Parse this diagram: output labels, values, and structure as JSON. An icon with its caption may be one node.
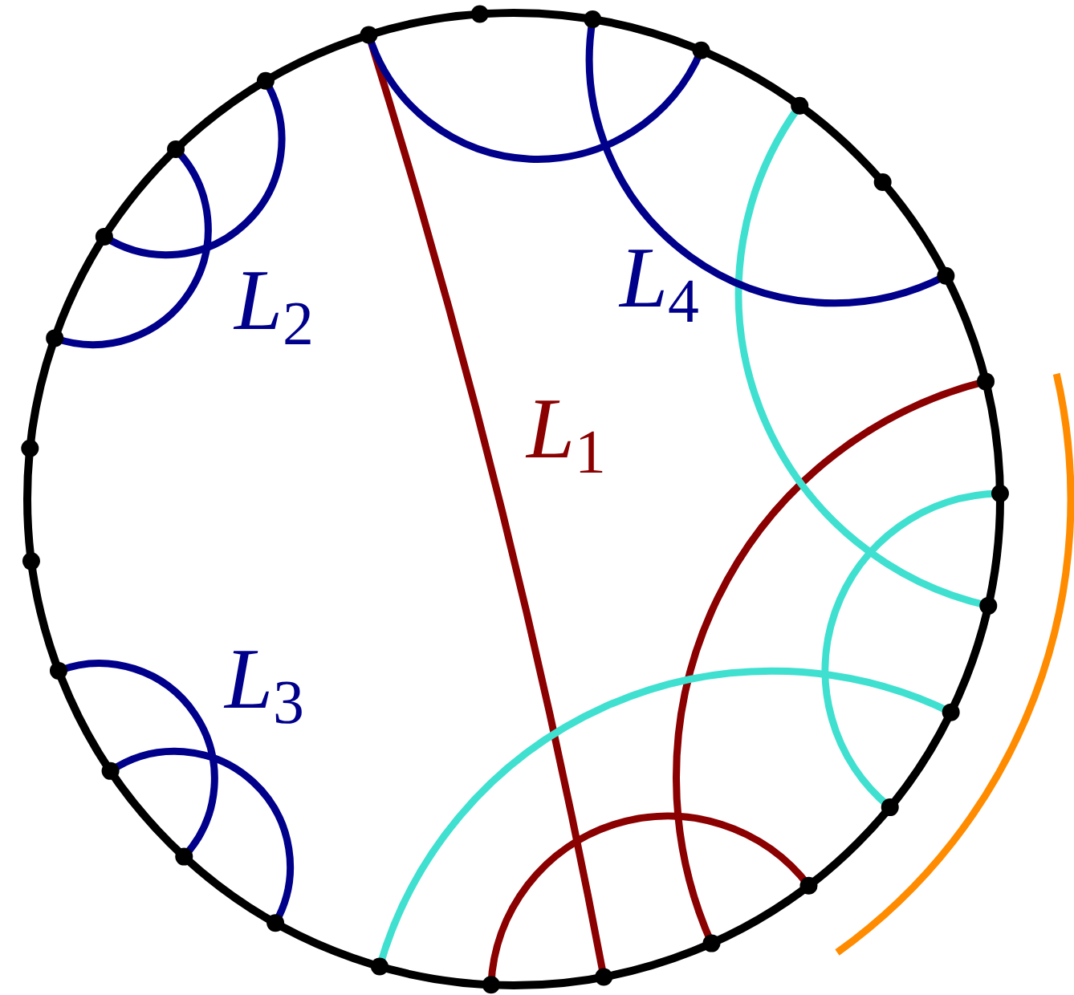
{
  "diagram": {
    "labels": [
      "*L*$_{2}$",
      "*L*$_{4}$",
      "*L*$_{1}$",
      "*L*$_{3}$"
    ]
  }
}
